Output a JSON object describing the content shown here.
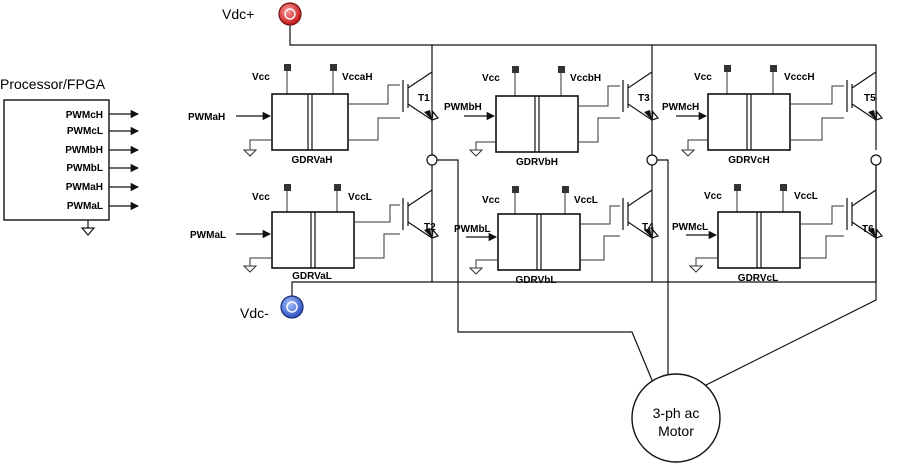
{
  "supply": {
    "positive": "Vdc+",
    "negative": "Vdc-",
    "positive_color": "#d42020",
    "negative_color": "#2f56c4"
  },
  "processor": {
    "title": "Processor/FPGA",
    "pins": [
      "PWMcH",
      "PWMcL",
      "PWMbH",
      "PWMbL",
      "PWMaH",
      "PWMaL"
    ]
  },
  "drivers": [
    {
      "name": "GDRVaH",
      "input": "PWMaH",
      "vcc": "Vcc",
      "vcc_iso": "VccaH",
      "switch": "T1"
    },
    {
      "name": "GDRVbH",
      "input": "PWMbH",
      "vcc": "Vcc",
      "vcc_iso": "VccbH",
      "switch": "T3"
    },
    {
      "name": "GDRVcH",
      "input": "PWMcH",
      "vcc": "Vcc",
      "vcc_iso": "VcccH",
      "switch": "T5"
    },
    {
      "name": "GDRVaL",
      "input": "PWMaL",
      "vcc": "Vcc",
      "vcc_iso": "VccL",
      "switch": "T2"
    },
    {
      "name": "GDRVbL",
      "input": "PWMbL",
      "vcc": "Vcc",
      "vcc_iso": "VccL",
      "switch": "T4"
    },
    {
      "name": "GDRVcL",
      "input": "PWMcL",
      "vcc": "Vcc",
      "vcc_iso": "VccL",
      "switch": "T6"
    }
  ],
  "motor": {
    "line1": "3-ph ac",
    "line2": "Motor"
  }
}
